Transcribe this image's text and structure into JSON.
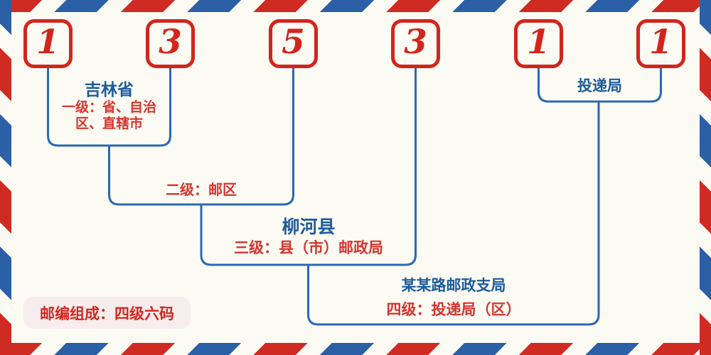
{
  "postal_code": {
    "digits": [
      "1",
      "3",
      "5",
      "3",
      "1",
      "1"
    ]
  },
  "annotations": {
    "level1": {
      "place": "吉林省",
      "label": "一级：省、自治区、直辖市"
    },
    "level2": {
      "label": "二级：邮区"
    },
    "level3": {
      "place": "柳河县",
      "label": "三级：县（市）邮政局"
    },
    "level4": {
      "place": "某某路邮政支局",
      "label": "四级：投递局（区）"
    },
    "delivery": {
      "label": "投递局"
    },
    "composition": {
      "label": "邮编组成：四级六码"
    }
  },
  "colors": {
    "stripe_red": "#cf2b23",
    "stripe_blue": "#2b5fa6",
    "digit_red": "#d3251c",
    "heading_blue": "#1c5a9c",
    "label_red": "#d5342e",
    "connector_blue": "#2a69b5",
    "background": "#fbfaf3",
    "badge_background": "#f7edee"
  }
}
